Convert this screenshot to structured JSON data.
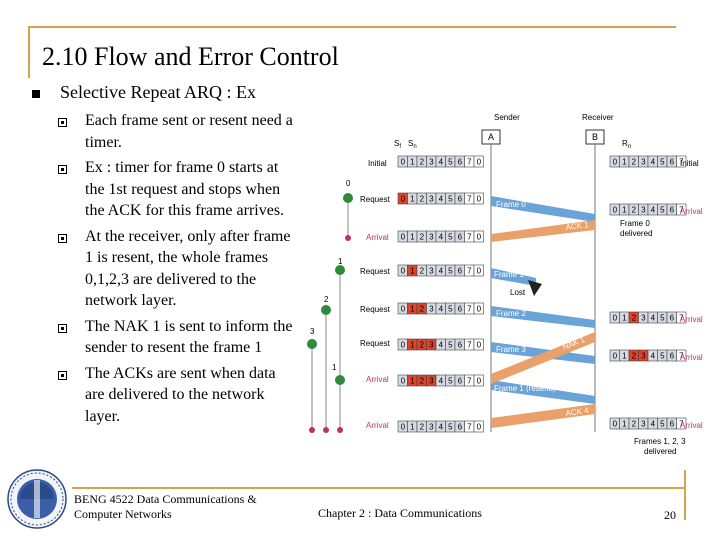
{
  "slide": {
    "title": "2.10 Flow and Error Control",
    "main_point": "Selective Repeat ARQ : Ex",
    "bullets": [
      "Each frame sent or resent need a timer.",
      "Ex : timer for frame 0 starts at the 1st request and stops when the ACK for this frame arrives.",
      "At the receiver, only after frame 1 is resent, the whole frames 0,1,2,3 are delivered to the network layer.",
      "The NAK 1 is sent to inform the sender to resent the frame 1",
      "The ACKs are sent when data are delivered to the network layer."
    ],
    "footer_left": "BENG 4522 Data Communications & Computer Networks",
    "footer_center": "Chapter 2 : Data Communications",
    "page_number": "20"
  },
  "diagram": {
    "sender_label": "Sender",
    "receiver_label": "Receiver",
    "sender_box": "A",
    "receiver_box": "B",
    "sf": "S",
    "sf_sub": "f",
    "sn": "S",
    "sn_sub": "n",
    "rn": "R",
    "rn_sub": "n",
    "digits": [
      "0",
      "1",
      "2",
      "3",
      "4",
      "5",
      "6",
      "7",
      "0"
    ],
    "receiver_digits": [
      "0",
      "1",
      "2",
      "3",
      "4",
      "5",
      "6",
      "7"
    ],
    "initial_label": "Initial",
    "request_label": "Request",
    "arrival_label": "Arrival",
    "frame0": "Frame 0",
    "frame1": "Frame 1",
    "frame2": "Frame 2",
    "frame3": "Frame 3",
    "frame1_resend": "Frame 1 (resend)",
    "ack1": "ACK 1",
    "nak1": "NAK 1",
    "ack4": "ACK 4",
    "lost": "Lost",
    "frame0_delivered_1": "Frame 0",
    "frame0_delivered_2": "delivered",
    "frames_delivered_1": "Frames 1, 2, 3",
    "frames_delivered_2": "delivered",
    "timer_labels": [
      "0",
      "1",
      "2",
      "3",
      "1"
    ],
    "colors": {
      "frame_arrow": "#6aa3d8",
      "ack_arrow": "#e9a06a",
      "highlight": "#e0432a",
      "accent": "#cfa64a"
    }
  }
}
